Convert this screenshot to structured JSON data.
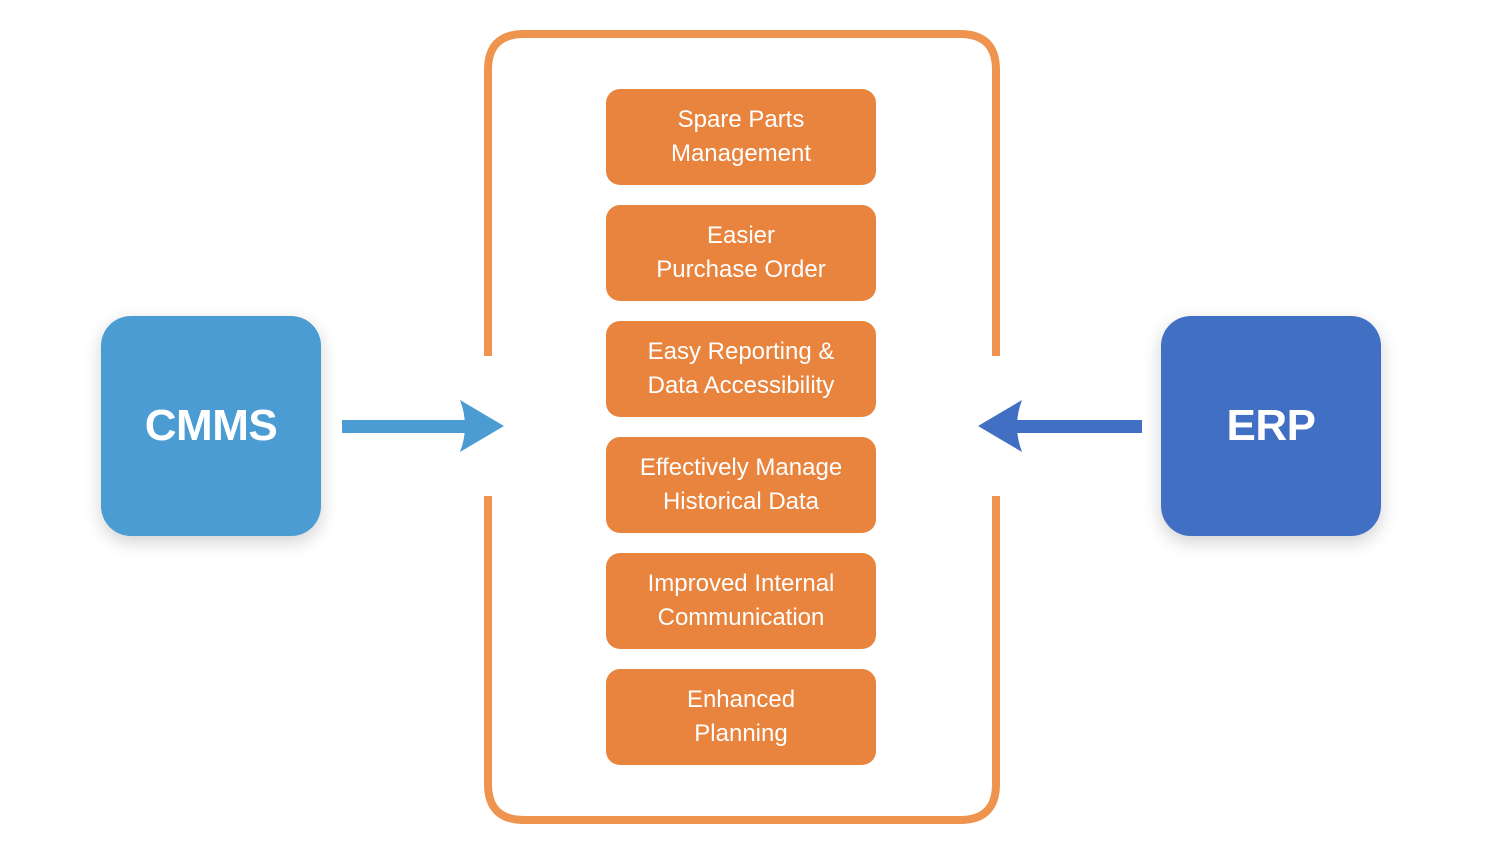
{
  "colors": {
    "cmms": "#4a9cd3",
    "erp": "#416fc4",
    "benefit_fill": "#e8843d",
    "frame_stroke": "#ef944f"
  },
  "systems": {
    "left": {
      "label": "CMMS"
    },
    "right": {
      "label": "ERP"
    }
  },
  "benefits": [
    {
      "label": "Spare Parts\nManagement"
    },
    {
      "label": "Easier\nPurchase Order"
    },
    {
      "label": "Easy Reporting &\nData Accessibility"
    },
    {
      "label": "Effectively Manage\nHistorical Data"
    },
    {
      "label": "Improved Internal\nCommunication"
    },
    {
      "label": "Enhanced\nPlanning"
    }
  ],
  "arrows": [
    {
      "from": "CMMS",
      "to": "benefits",
      "icon": "arrow-right-icon"
    },
    {
      "from": "ERP",
      "to": "benefits",
      "icon": "arrow-left-icon"
    }
  ]
}
